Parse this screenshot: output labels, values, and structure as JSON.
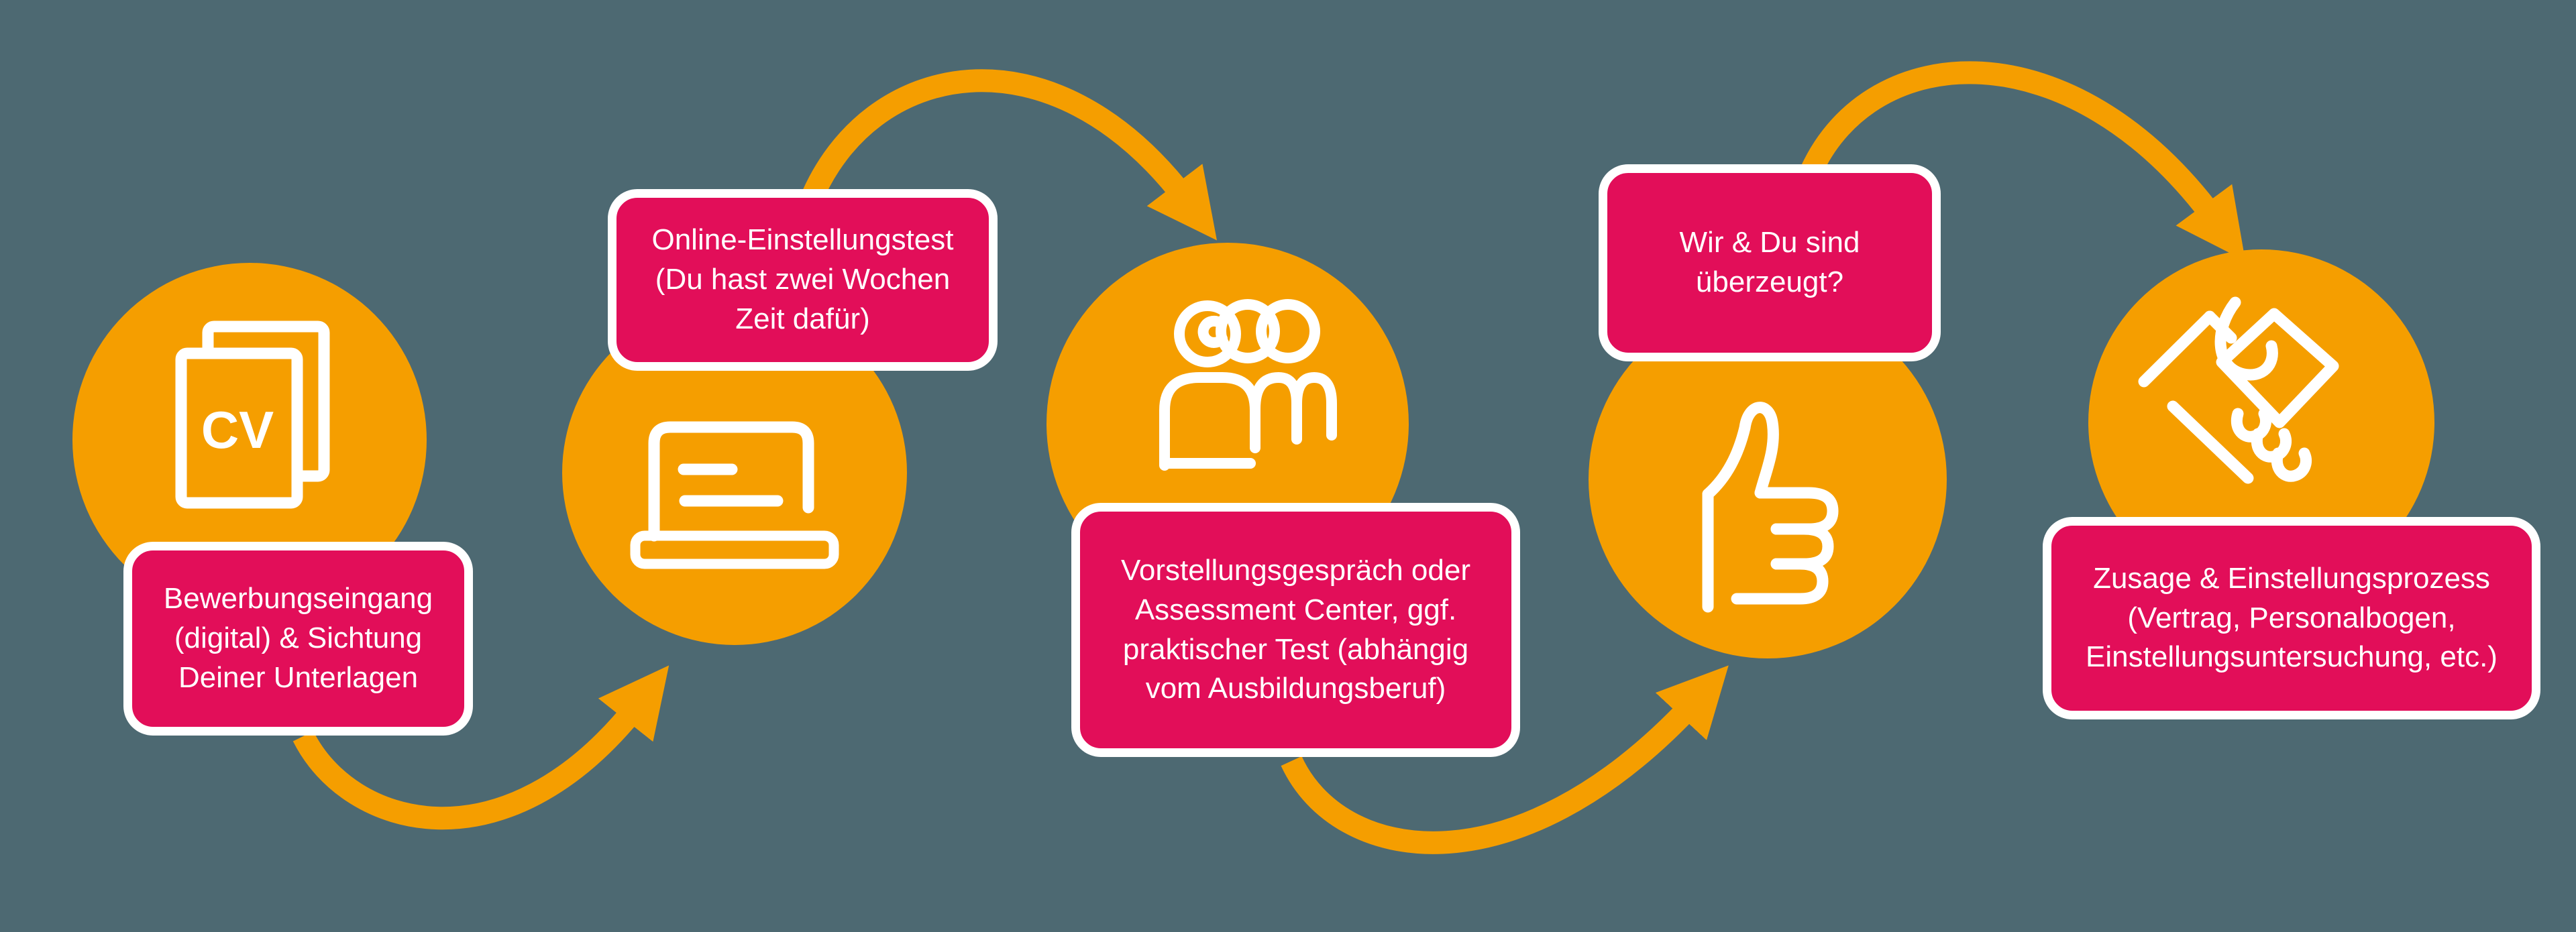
{
  "diagram": {
    "type": "process-flow",
    "topic": "recruitment process steps",
    "colors": {
      "background": "#4d6972",
      "circle_fill": "#f59e00",
      "arrow": "#f59e00",
      "label_background": "#e20e59",
      "label_border": "#ffffff",
      "label_text": "#ffffff",
      "icon_stroke": "#ffffff"
    },
    "steps": [
      {
        "index": 1,
        "label": "Bewerbungseingang (digital) & Sichtung Deiner Unterlagen",
        "icon": "cv-documents-icon",
        "icon_text": "CV"
      },
      {
        "index": 2,
        "label": "Online-Einstellungstest (Du hast zwei Wochen Zeit dafür)",
        "icon": "laptop-icon"
      },
      {
        "index": 3,
        "label": "Vorstellungsgespräch oder Assessment Center, ggf. praktischer Test (abhängig vom Ausbildungsberuf)",
        "icon": "people-group-icon"
      },
      {
        "index": 4,
        "label": "Wir & Du sind überzeugt?",
        "icon": "thumbs-up-icon"
      },
      {
        "index": 5,
        "label": "Zusage & Einstellungsprozess (Vertrag, Personalbogen, Einstellungsuntersuchung, etc.)",
        "icon": "handshake-icon"
      }
    ],
    "arrows": [
      {
        "from": "step-1",
        "to": "step-2",
        "shape": "curves-down-then-up",
        "head": "up-right"
      },
      {
        "from": "step-2",
        "to": "step-3",
        "shape": "arch-over-top",
        "head": "down-right"
      },
      {
        "from": "step-3",
        "to": "step-4",
        "shape": "curves-down-then-up",
        "head": "up-right"
      },
      {
        "from": "step-4",
        "to": "step-5",
        "shape": "arch-over-top",
        "head": "down-right"
      }
    ]
  }
}
